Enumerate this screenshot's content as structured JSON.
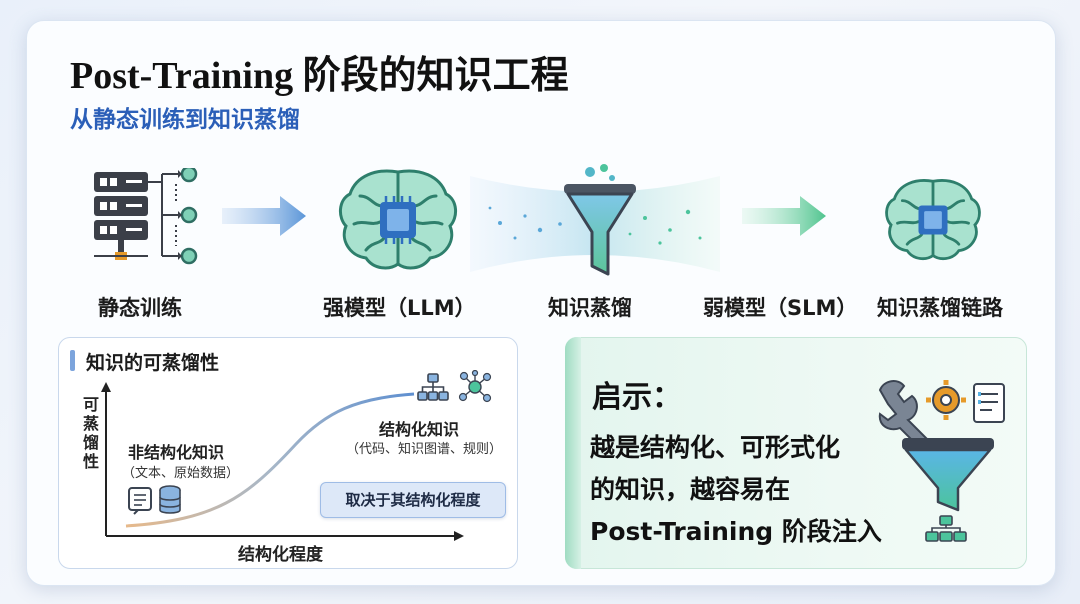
{
  "title": "Post-Training 阶段的知识工程",
  "subtitle": "从静态训练到知识蒸馏",
  "stages": [
    {
      "label": "静态训练",
      "icon": "server-icon"
    },
    {
      "label": "强模型（LLM）",
      "icon": "brain-chip-icon"
    },
    {
      "label": "知识蒸馏",
      "icon": "funnel-icon"
    },
    {
      "label": "弱模型（SLM）",
      "icon": "brain-chip-icon"
    },
    {
      "label": "知识蒸馏链路",
      "icon": "brain-chip-icon"
    }
  ],
  "distillability": {
    "title": "知识的可蒸馏性",
    "y_label": "可蒸馏性",
    "x_label": "结构化程度",
    "unstructured": {
      "title": "非结构化知识",
      "examples": "（文本、原始数据）"
    },
    "structured": {
      "title": "结构化知识",
      "examples": "（代码、知识图谱、规则）"
    },
    "note": "取决于其结构化程度"
  },
  "insight": {
    "heading": "启示：",
    "lines": [
      "越是结构化、可形式化",
      "的知识，越容易在",
      "Post-Training 阶段注入"
    ]
  },
  "colors": {
    "accent_blue": "#2b5fb8",
    "accent_green": "#5cc59a",
    "brain_green": "#3da98a",
    "chip_blue": "#2f6fc0"
  }
}
